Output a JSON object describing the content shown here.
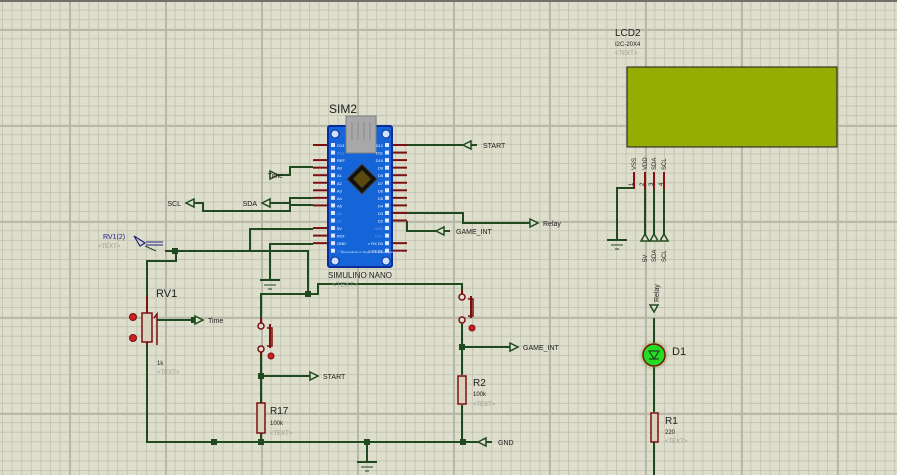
{
  "colors": {
    "wire": "#1f4a1f",
    "pin": "#7a1010",
    "board": "#1565d8",
    "lcd_screen": "#95ad00",
    "led": "#22dd22"
  },
  "arduino": {
    "ref": "SIM2",
    "name": "SIMULINO NANO",
    "text": "<TEXT>",
    "left_pins": [
      "D13",
      "3V3",
      "REF",
      "A0",
      "A1",
      "A2",
      "A3",
      "A4",
      "A5",
      "A6",
      "A7",
      "5V",
      "RST",
      "GND",
      "VIN"
    ],
    "right_pins": [
      "D12",
      "D11",
      "D10",
      "D9",
      "D8",
      "D7",
      "D6",
      "D5",
      "D4",
      "D3",
      "D2",
      "GND",
      "RST",
      "< RX D0",
      "> TX D1"
    ],
    "footer": "www.arduino.cc blogembarcado.blogspot.com"
  },
  "lcd": {
    "ref": "LCD2",
    "model": "I2C-20X4",
    "text": "<TEXT>",
    "pins": [
      "VSS",
      "VDD",
      "SDA",
      "SCL"
    ],
    "pin_numbers": [
      "1",
      "2",
      "3",
      "4"
    ],
    "net_labels": [
      "5V",
      "SDA",
      "SCL"
    ]
  },
  "rv1": {
    "ref": "RV1",
    "value": "1k",
    "text": "<TEXT>",
    "probe": "RV1(2)",
    "probe_text": "<TEXT>"
  },
  "r17": {
    "ref": "R17",
    "value": "100k",
    "text": "<TEXT>"
  },
  "r2": {
    "ref": "R2",
    "value": "100k",
    "text": "<TEXT>"
  },
  "r1": {
    "ref": "R1",
    "value": "220",
    "text": "<TEXT>"
  },
  "d1": {
    "ref": "D1"
  },
  "nets": {
    "start1": "START",
    "time1": "Time",
    "scl1": "SCL",
    "sda1": "SDA",
    "relay1": "Relay",
    "game_int1": "GAME_INT",
    "time2": "Time",
    "start2": "START",
    "game_int2": "GAME_INT",
    "gnd": "GND",
    "relay2": "Relay"
  }
}
